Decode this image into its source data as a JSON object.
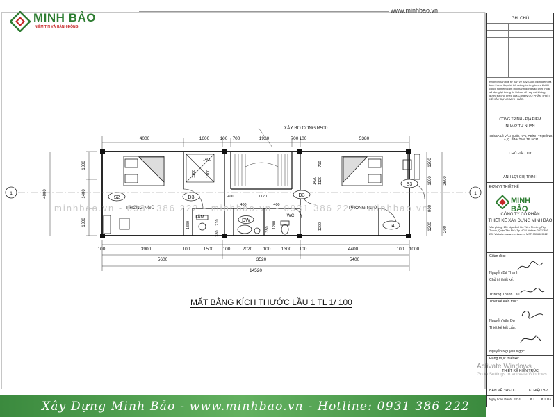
{
  "brand": {
    "name": "MINH BẢO",
    "slogan": "NIỀM TIN VÀ HÀNH ĐỘNG",
    "website": "www.minhbao.vn",
    "color_green": "#2e7d32",
    "color_red": "#c62828"
  },
  "plan": {
    "caption": "MẶT BẰNG KÍCH THƯỚC LẦU 1 TL 1/ 100",
    "note_top": "XÂY BO CONG R500",
    "rooms": {
      "bedroom_left": "PHÒNG NGỦ",
      "bedroom_right": "PHÒNG NGỦ",
      "bath": "TẮM",
      "wc": "WC",
      "dw": "DW",
      "tags": [
        "S2",
        "D3",
        "D3",
        "S3",
        "D4"
      ]
    },
    "axis_labels": {
      "left": "1",
      "right": "1"
    },
    "dims_top": [
      "4000",
      "1600",
      "100",
      "700",
      "1920",
      "700",
      "100",
      "5380"
    ],
    "dims_bottom_row1": [
      "100",
      "3900",
      "100",
      "1500",
      "100",
      "2020",
      "100",
      "1300",
      "100",
      "4400",
      "100",
      "1000"
    ],
    "dims_bottom_row2": [
      "5600",
      "3520",
      "5400"
    ],
    "dims_total": "14520",
    "dims_left": [
      "1300",
      "1400",
      "1300"
    ],
    "dims_left_total": "4000",
    "dims_right": [
      "1300",
      "1900",
      "2600",
      "900",
      "1200",
      "200"
    ],
    "dims_inner": [
      "1400",
      "1100",
      "1380",
      "1200",
      "400",
      "1120",
      "400",
      "400",
      "1200",
      "710",
      "1120",
      "1420",
      "1100",
      "350",
      "710",
      "380"
    ]
  },
  "watermark": "minhbao.vn - 0931 386 222 - minhbao.vn - 0931 386 222 - minhbao.vn",
  "titleblock": {
    "ghi_chu": "GHI CHÚ",
    "notes": "Không nhân tỉ lệ từ bản vẽ này. Luôn luôn kiểm tra kích thước thực tế trên công trường trước khi thi công. Nghiêm cấm mọi hành động sao chép hoặc sử dụng lại thông tin từ bản vẽ này mà không được sự cho phép của Công ty CỔ PHẦN THIẾT KẾ XÂY DỰNG MINH BẢO.",
    "cong_trinh": "CÔNG TRÌNH - ĐỊA ĐIỂM",
    "ten_ct": "NHÀ Ở TƯ NHÂN",
    "dia_chi": "38/3/1A LÊ VĂN QUỚI, KP5, P.BÌNH TRỊ ĐÔNG A, Q. BÌNH TÂN, TP. HCM",
    "chu_dau_tu": "CHỦ ĐẦU TƯ",
    "ten_cdt": "ANH LỢI CHỊ TRINH",
    "don_vi": "ĐƠN VỊ THIẾT KẾ",
    "cong_ty_1": "CÔNG TY CỔ PHẦN",
    "cong_ty_2": "THIẾT KẾ XÂY DỰNG MINH BẢO",
    "cong_ty_info": "Văn phòng: 151 Nguyễn Hữu Tiến, Phường Tây Thạnh, Quận Tân Phú, Tp.HCM Hotline: 0931 386 222 Website: www.minhbao.vn MST: 0316869512",
    "giam_doc": "Giám đốc:",
    "giam_doc_name": "Nguyễn Bá Thanh",
    "chu_tri": "Chủ trì thiết kế:",
    "chu_tri_name": "Trương Thành Lâu",
    "tk_kientruc": "Thiết kế kiến trúc:",
    "tk_kientruc_name": "Nguyễn Văn Dư",
    "tk_ketcau": "Thiết kế kết cấu:",
    "tk_ketcau_name": "Nguyễn Nguyện Ngọc",
    "hang_muc": "Hạng mục thiết kế:",
    "hang_muc_val": "THIẾT KẾ KIẾN TRÚC",
    "ban_ve": "BẢN VẼ : HSTC",
    "ki_hieu": "KÍ HIỆU BV",
    "ngay": "Ngày hoàn thành: .2024",
    "kt": "KT",
    "kt_code": "KT 03"
  },
  "activate": {
    "line1": "Activate Windows",
    "line2": "Go to Settings to activate Windows."
  },
  "footer": "Xây Dựng Minh Bảo - www.minhbao.vn - Hotline: 0931 386 222"
}
